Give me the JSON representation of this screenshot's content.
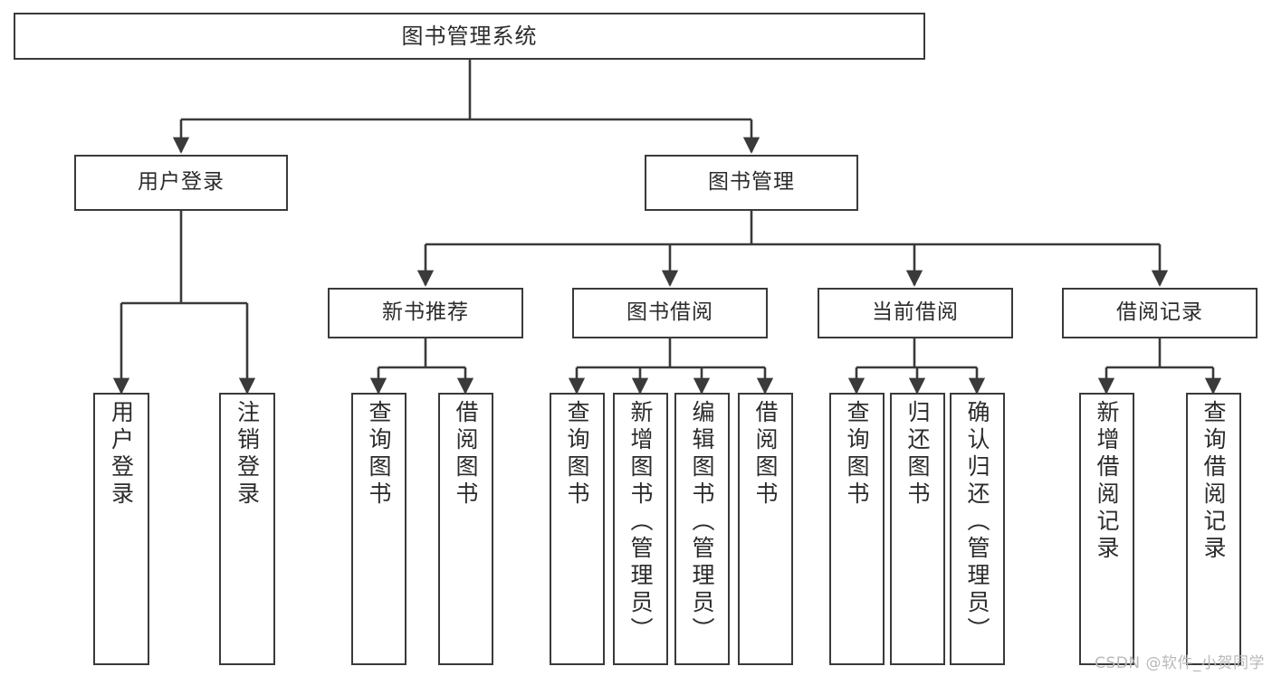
{
  "diagram": {
    "title": "图书管理系统",
    "type": "tree-hierarchy",
    "colors": {
      "background": "#ffffff",
      "node_border": "#3a3a3a",
      "node_fill": "#ffffff",
      "text": "#2b2b2b",
      "edge": "#3a3a3a",
      "watermark": "#b9b9b9"
    },
    "nodes": {
      "root": {
        "label": "图书管理系统"
      },
      "level2": [
        {
          "label": "用户登录"
        },
        {
          "label": "图书管理"
        }
      ],
      "level3": [
        {
          "label": "新书推荐"
        },
        {
          "label": "图书借阅"
        },
        {
          "label": "当前借阅"
        },
        {
          "label": "借阅记录"
        }
      ],
      "leaves": {
        "user_login": [
          {
            "label": "用户登录"
          },
          {
            "label": "注销登录"
          }
        ],
        "new_book_recommend": [
          {
            "label": "查询图书"
          },
          {
            "label": "借阅图书"
          }
        ],
        "book_borrow": [
          {
            "label": "查询图书"
          },
          {
            "label": "新增图书（管理员）"
          },
          {
            "label": "编辑图书（管理员）"
          },
          {
            "label": "借阅图书"
          }
        ],
        "current_borrow": [
          {
            "label": "查询图书"
          },
          {
            "label": "归还图书"
          },
          {
            "label": "确认归还（管理员）"
          }
        ],
        "borrow_record": [
          {
            "label": "新增借阅记录"
          },
          {
            "label": "查询借阅记录"
          }
        ]
      }
    },
    "watermark": "CSDN @软件_小贺同学"
  }
}
